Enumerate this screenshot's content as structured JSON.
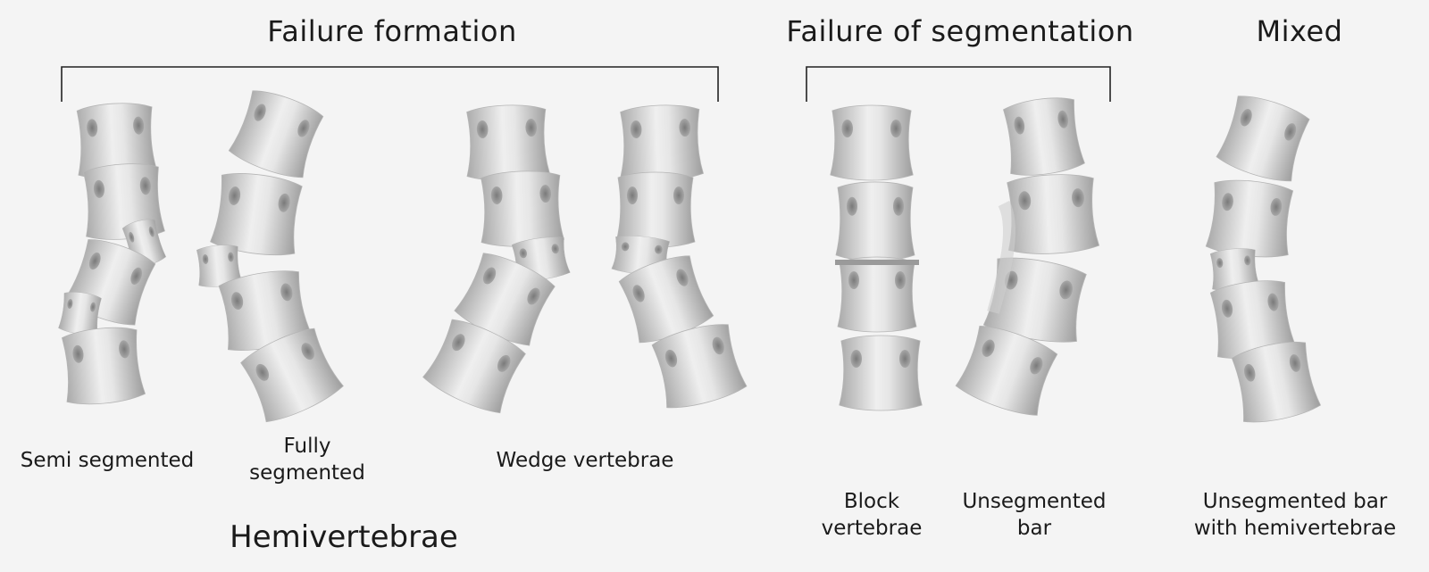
{
  "headings": {
    "failure_formation": "Failure formation",
    "failure_segmentation": "Failure of segmentation",
    "mixed": "Mixed"
  },
  "labels": {
    "semi_segmented": "Semi segmented",
    "fully_segmented": "Fully\nsegmented",
    "wedge_vertebrae": "Wedge vertebrae",
    "block_vertebrae": "Block\nvertebrae",
    "unsegmented_bar": "Unsegmented\nbar",
    "unsegmented_bar_hemi": "Unsegmented bar\nwith hemivertebrae"
  },
  "group_label": "Hemivertebrae",
  "colors": {
    "background": "#f4f4f4",
    "bone_light": "#f0f0f0",
    "bone_dark": "#a8a8a8",
    "bracket": "#222222",
    "foramen": "#8c8c8c"
  }
}
